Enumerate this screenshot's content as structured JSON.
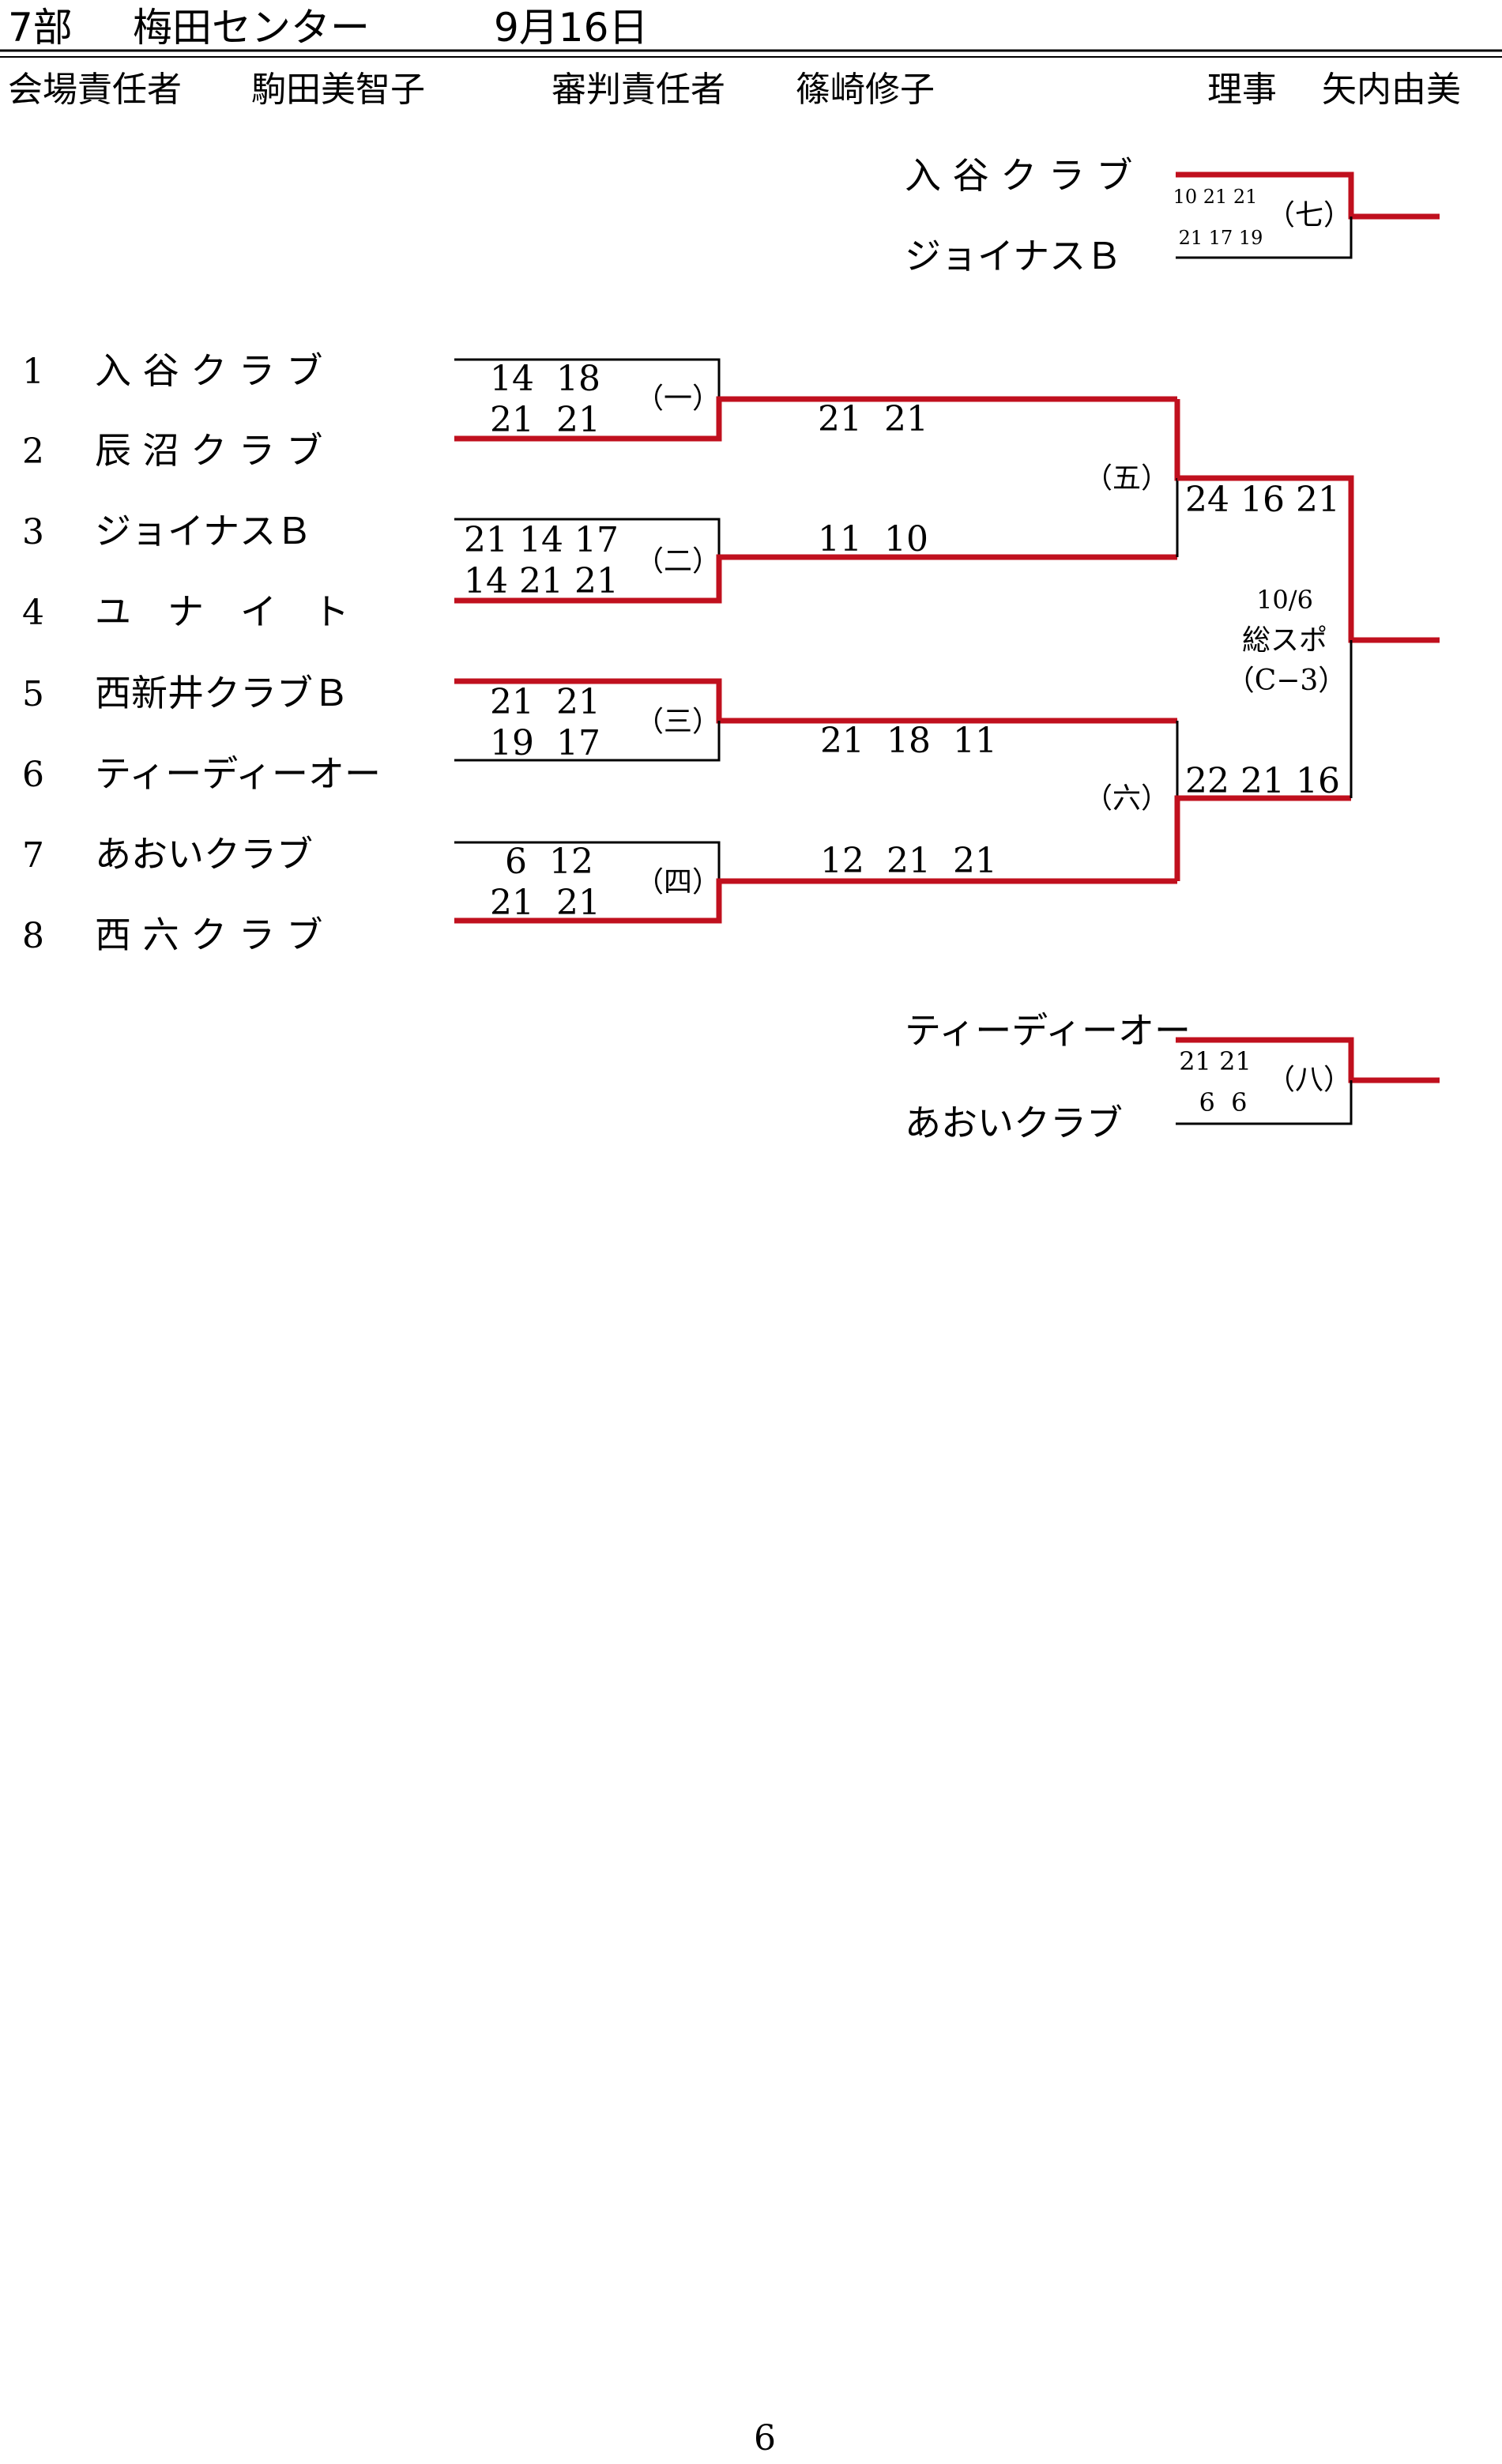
{
  "header": {
    "title": "7部",
    "venue": "梅田センター",
    "date": "9月16日",
    "venue_manager_label": "会場責任者",
    "venue_manager": "駒田美智子",
    "referee_manager_label": "審判責任者",
    "referee_manager": "篠崎修子",
    "director_label": "理事",
    "director": "矢内由美"
  },
  "seeds": [
    "1",
    "2",
    "3",
    "4",
    "5",
    "6",
    "7",
    "8"
  ],
  "teams": [
    "入 谷 ク ラ ブ",
    "辰 沼 ク ラ ブ",
    "ジョイナスＢ",
    "ユ　ナ　イ　ト",
    "西新井クラブＢ",
    "ティーディーオー",
    "あおいクラブ",
    "西 六 ク ラ ブ"
  ],
  "matches": {
    "m1": {
      "label": "（一）",
      "top": "14  18",
      "bottom": "21  21"
    },
    "m2": {
      "label": "（二）",
      "top": "21 14 17",
      "bottom": "14 21 21"
    },
    "m3": {
      "label": "（三）",
      "top": "21  21",
      "bottom": "19  17"
    },
    "m4": {
      "label": "（四）",
      "top": "6  12",
      "bottom": "21  21"
    },
    "m5": {
      "label": "（五）",
      "top": "21  21",
      "bottom": "11  10"
    },
    "m6": {
      "label": "（六）",
      "top": "21  18  11",
      "bottom": "12  21  21"
    },
    "final": {
      "top": "24 16 21",
      "bottom": "22 21 16"
    },
    "m7": {
      "label": "（七）",
      "team_top": "入 谷 ク ラ ブ",
      "team_bottom": "ジョイナスＢ",
      "top": "10 21 21",
      "bottom": "21 17 19"
    },
    "m8": {
      "label": "（八）",
      "team_top": "ティーディーオー",
      "team_bottom": "あおいクラブ",
      "top": "21 21",
      "bottom": "6  6"
    }
  },
  "final_note": {
    "date": "10/6",
    "venue": "総スポ",
    "court": "（C−3）"
  },
  "page_number": "6",
  "colors": {
    "winner_line": "#c0101e",
    "line": "#000000"
  }
}
